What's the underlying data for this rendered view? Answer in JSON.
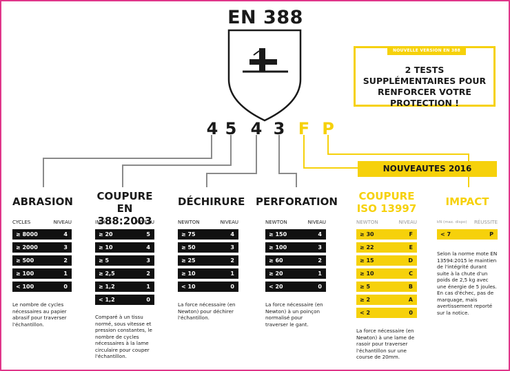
{
  "title": "EN 388",
  "digits": [
    "4",
    "5",
    "4",
    "3",
    "F",
    "P"
  ],
  "promo": {
    "tag": "NOUVELLE VERSION EN 388",
    "text": "2 TESTS SUPPLÉMENTAIRES POUR RENFORCER VOTRE PROTECTION !"
  },
  "banner": "NOUVEAUTES 2016",
  "columns": [
    {
      "title": "ABRASION",
      "head_left": "CYCLES",
      "head_right": "NIVEAU",
      "rows": [
        [
          "≥ 8000",
          "4"
        ],
        [
          "≥ 2000",
          "3"
        ],
        [
          "≥ 500",
          "2"
        ],
        [
          "≥ 100",
          "1"
        ],
        [
          "< 100",
          "0"
        ]
      ],
      "desc": "Le nombre de cycles nécessaires au papier abrasif pour traverser l'échantillon."
    },
    {
      "title": "COUPURE EN 388:2003",
      "head_left": "INDICE",
      "head_right": "NIVEAU",
      "rows": [
        [
          "≥ 20",
          "5"
        ],
        [
          "≥ 10",
          "4"
        ],
        [
          "≥ 5",
          "3"
        ],
        [
          "≥ 2,5",
          "2"
        ],
        [
          "≥ 1,2",
          "1"
        ],
        [
          "< 1,2",
          "0"
        ]
      ],
      "desc": "Comparé à un tissu normé, sous vitesse et pression constantes, le nombre de cycles nécessaires à la lame circulaire pour couper l'échantillon."
    },
    {
      "title": "DÉCHIRURE",
      "head_left": "NEWTON",
      "head_right": "NIVEAU",
      "rows": [
        [
          "≥ 75",
          "4"
        ],
        [
          "≥ 50",
          "3"
        ],
        [
          "≥ 25",
          "2"
        ],
        [
          "≥ 10",
          "1"
        ],
        [
          "< 10",
          "0"
        ]
      ],
      "desc": "La force nécessaire (en Newton) pour déchirer l'échantillon."
    },
    {
      "title": "PERFORATION",
      "head_left": "NEWTON",
      "head_right": "NIVEAU",
      "rows": [
        [
          "≥ 150",
          "4"
        ],
        [
          "≥ 100",
          "3"
        ],
        [
          "≥ 60",
          "2"
        ],
        [
          "≥ 20",
          "1"
        ],
        [
          "< 20",
          "0"
        ]
      ],
      "desc": "La force nécessaire (en Newton) à un poinçon normalisé pour traverser le gant."
    },
    {
      "title": "COUPURE ISO 13997",
      "head_left": "NEWTON",
      "head_right": "NIVEAU",
      "rows": [
        [
          "≥ 30",
          "F"
        ],
        [
          "≥ 22",
          "E"
        ],
        [
          "≥ 15",
          "D"
        ],
        [
          "≥ 10",
          "C"
        ],
        [
          "≥ 5",
          "B"
        ],
        [
          "≥ 2",
          "A"
        ],
        [
          "< 2",
          "0"
        ]
      ],
      "desc": "La force nécessaire (en Newton) à une lame de rasoir pour traverser l'échantillon sur une course de 20mm."
    },
    {
      "title": "IMPACT",
      "head_left": "kN (max. dispo)",
      "head_right": "RÉUSSITE",
      "rows": [
        [
          "< 7",
          "P"
        ]
      ],
      "desc": "Selon la norme mote EN 13594:2015 le maintien de l'intégrité durant suite à la chute d'un poids de 2,5 kg avec une énergie de 5 joules. En cas d'échec, pas de marquage, mais avertissement reporté sur la notice."
    }
  ],
  "colors": {
    "accent": "#f6d10b",
    "dark": "#111111",
    "frame": "#e0368a"
  }
}
